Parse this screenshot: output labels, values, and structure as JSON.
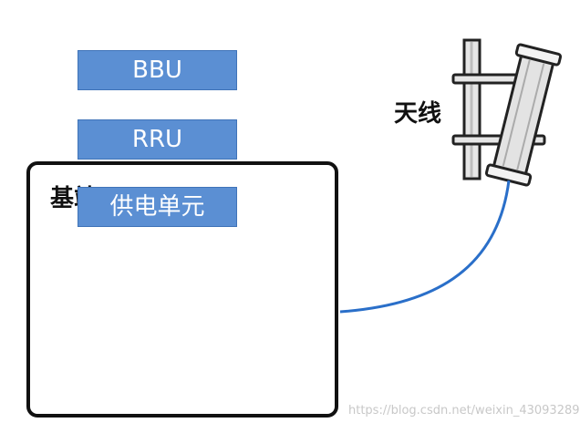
{
  "station": {
    "title": "基站",
    "modules": [
      "BBU",
      "RRU",
      "供电单元"
    ]
  },
  "antenna": {
    "label": "天线"
  },
  "watermark": "https://blog.csdn.net/weixin_43093289",
  "colors": {
    "module_fill": "#5b8fd3",
    "cable": "#2a6fc9",
    "outline": "#111111"
  }
}
